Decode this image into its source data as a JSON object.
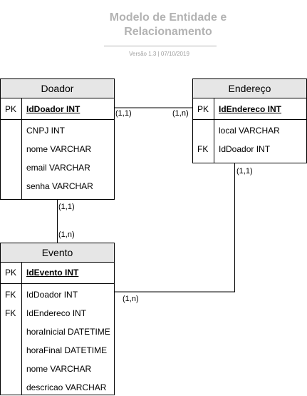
{
  "title": "Modelo de Entidade e Relacionamento",
  "subtitle": "Versão 1.3 |  07/10/2019",
  "entities": {
    "doador": {
      "name": "Doador",
      "pk": {
        "key": "PK",
        "field": "IdDoador INT"
      },
      "attributes": [
        {
          "key": "",
          "field": "CNPJ INT"
        },
        {
          "key": "",
          "field": "nome VARCHAR"
        },
        {
          "key": "",
          "field": "email VARCHAR"
        },
        {
          "key": "",
          "field": "senha VARCHAR"
        }
      ]
    },
    "endereco": {
      "name": "Endereço",
      "pk": {
        "key": "PK",
        "field": "IdEndereco INT"
      },
      "attributes": [
        {
          "key": "",
          "field": "local VARCHAR"
        },
        {
          "key": "FK",
          "field": "IdDoador INT"
        }
      ]
    },
    "evento": {
      "name": "Evento",
      "pk": {
        "key": "PK",
        "field": "IdEvento INT"
      },
      "attributes": [
        {
          "key": "FK",
          "field": "IdDoador INT"
        },
        {
          "key": "FK",
          "field": "IdEndereco INT"
        },
        {
          "key": "",
          "field": "horaInicial DATETIME"
        },
        {
          "key": "",
          "field": "horaFinal DATETIME"
        },
        {
          "key": "",
          "field": "nome VARCHAR"
        },
        {
          "key": "",
          "field": "descricao VARCHAR"
        }
      ]
    }
  },
  "relations": {
    "doador_endereco": {
      "doador_side": "(1,1)",
      "endereco_side": "(1,n)"
    },
    "doador_evento": {
      "doador_side": "(1,1)",
      "evento_side": "(1,n)"
    },
    "endereco_evento": {
      "endereco_side": "(1,1)",
      "evento_side": "(1,n)"
    }
  }
}
